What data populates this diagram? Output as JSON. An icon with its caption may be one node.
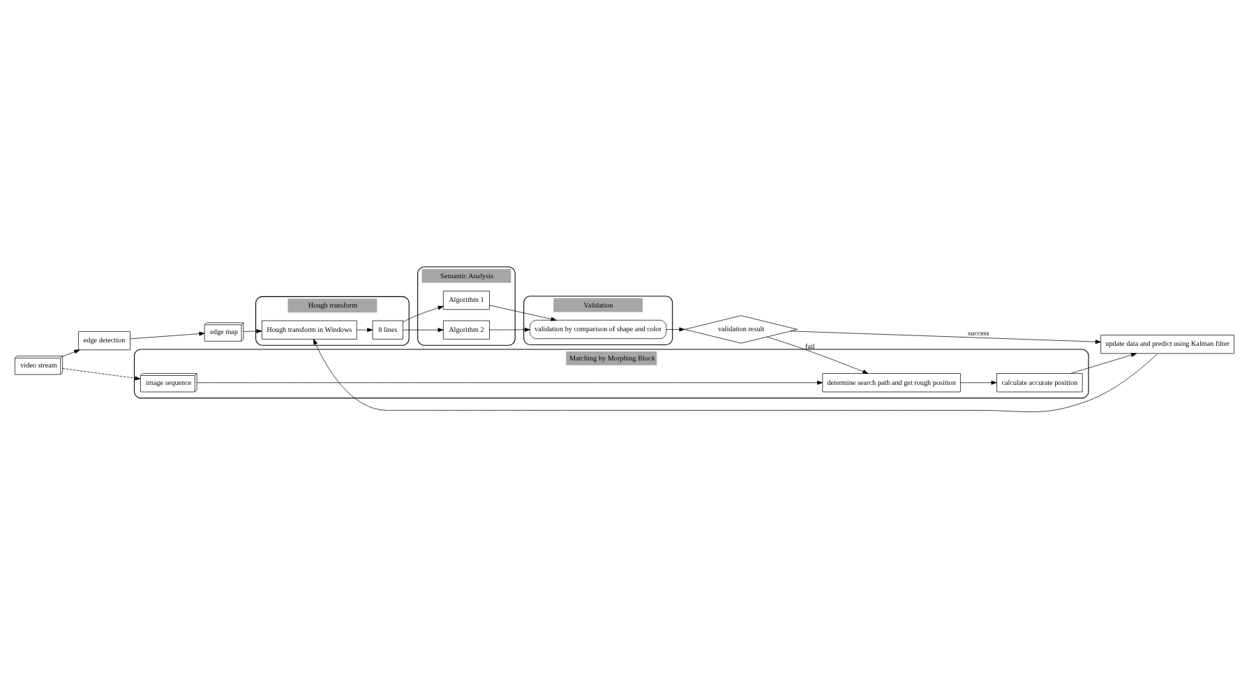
{
  "diagram": {
    "nodes": [
      {
        "text": [
          "video stream"
        ]
      },
      {
        "text": [
          "edge detection"
        ]
      },
      {
        "text": [
          "edge map"
        ]
      },
      {
        "text": [
          "Hough transform"
        ]
      },
      {
        "text": [
          "Hough transform in Windows"
        ],
        "in": 3
      },
      {
        "text": [
          "8 lines"
        ],
        "in": 3
      },
      {
        "text": [
          "Semantic Analysis"
        ]
      },
      {
        "text": [
          "Algorithm 1"
        ],
        "in": 6
      },
      {
        "text": [
          "Algorithm 2"
        ],
        "in": 6
      },
      {
        "text": [
          "Validation"
        ]
      },
      {
        "text": [
          "validation by comparison of shape and color"
        ],
        "in": 9
      },
      {
        "text": [
          "validation result"
        ]
      },
      {
        "text": [
          "Matching by Morphing Block"
        ]
      },
      {
        "text": [
          "image sequence"
        ],
        "in": 12
      },
      {
        "text": [
          "determine search path and get rough position"
        ],
        "in": 12
      },
      {
        "text": [
          "calculate accurate position"
        ],
        "in": 12
      },
      {
        "text": [
          "update data and predict using Kalman filter"
        ]
      }
    ],
    "edges": [
      {
        "from": 0,
        "to": 1,
        "arrow": "to"
      },
      {
        "from": 1,
        "to": 2,
        "arrow": "to"
      },
      {
        "from": 2,
        "to": 4,
        "arrow": "to"
      },
      {
        "from": 4,
        "to": 5,
        "arrow": "to"
      },
      {
        "from": 5,
        "to": 7,
        "arrow": "to"
      },
      {
        "from": 5,
        "to": 8,
        "arrow": "to"
      },
      {
        "from": 7,
        "to": 10,
        "arrow": "to"
      },
      {
        "from": 8,
        "to": 10,
        "arrow": "to"
      },
      {
        "from": 10,
        "to": 11,
        "arrow": "to"
      },
      {
        "from": 11,
        "to": 14,
        "arrow": "to",
        "label": "fail"
      },
      {
        "from": 11,
        "to": 16,
        "arrow": "to",
        "label": "success"
      },
      {
        "from": 16,
        "to": 4,
        "arrow": "to"
      },
      {
        "from": 0,
        "to": 13,
        "arrow": "to",
        "style": "dashed"
      },
      {
        "from": 13,
        "to": 14,
        "arrow": "to"
      },
      {
        "from": 14,
        "to": 15,
        "arrow": "to"
      },
      {
        "from": 15,
        "to": 16,
        "arrow": "to"
      }
    ]
  }
}
